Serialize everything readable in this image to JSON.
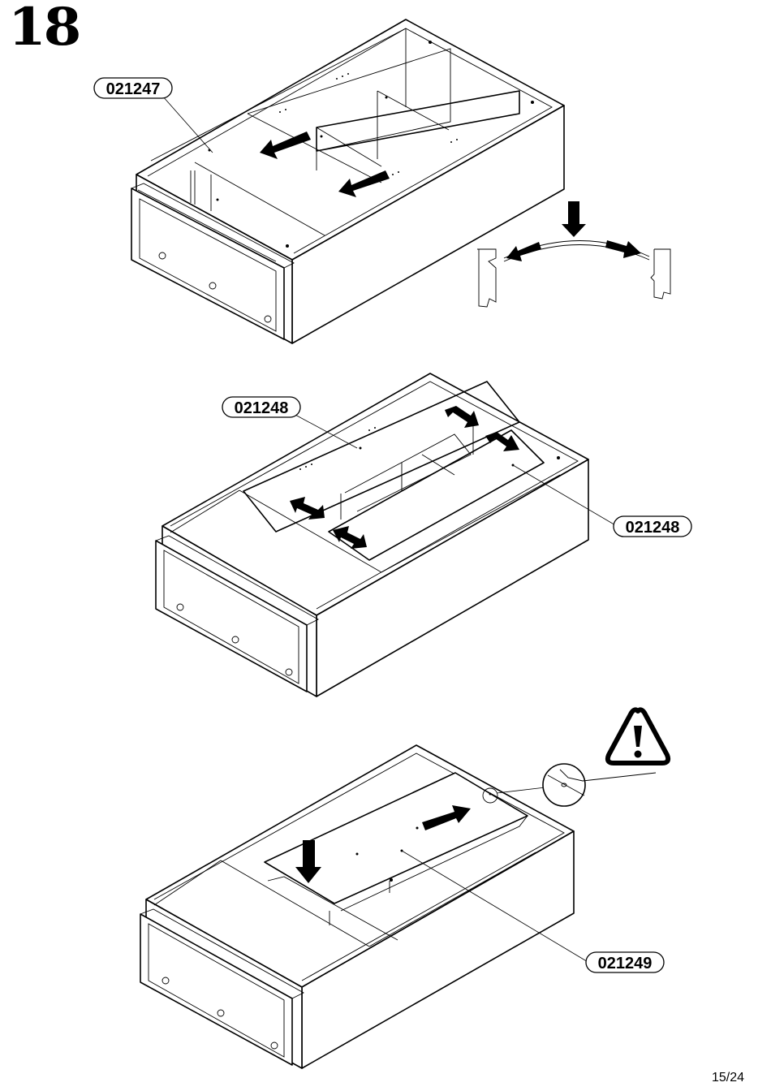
{
  "step": {
    "number": "18"
  },
  "page": {
    "number": "15/24"
  },
  "callouts": {
    "panel1": "021247",
    "panel2a": "021248",
    "panel2b": "021248",
    "panel3": "021249"
  },
  "icons": {
    "warning": "warning-triangle-icon",
    "detail": "magnifier-detail-icon"
  }
}
